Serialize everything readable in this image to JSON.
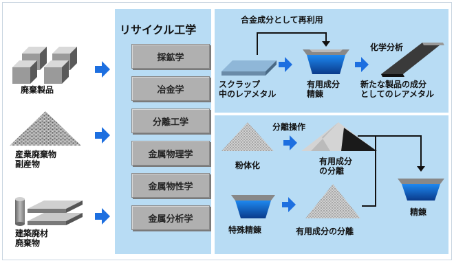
{
  "left_column": {
    "items": [
      {
        "label_lines": [
          "廃棄製品"
        ]
      },
      {
        "label_lines": [
          "産業廃棄物",
          "副産物"
        ]
      },
      {
        "label_lines": [
          "建築廃材",
          "廃棄物"
        ]
      }
    ]
  },
  "center_panel": {
    "title": "リサイクル工学",
    "buttons": [
      "採鉱学",
      "冶金学",
      "分離工学",
      "金属物理学",
      "金属物性学",
      "金属分析学"
    ]
  },
  "top_panel": {
    "loop_label": "合金成分として再利用",
    "scrap_label": [
      "スクラップ",
      "中のレアメタル"
    ],
    "refine_label": [
      "有用成分",
      "精錬"
    ],
    "analysis_label": "化学分析",
    "product_label": [
      "新たな製品の成分",
      "としてのレアメタル"
    ]
  },
  "bottom_panel": {
    "powder_label": "粉体化",
    "separation_op_label": "分離操作",
    "separation_label": [
      "有用成分",
      "の分離"
    ],
    "refining_label": "精錬",
    "special_refining_label": "特殊精錬",
    "separation2_label": "有用成分の分離"
  },
  "colors": {
    "panel": "#b8dcf4",
    "arrow": "#1d6fe0",
    "button": "#b0b0b0"
  }
}
